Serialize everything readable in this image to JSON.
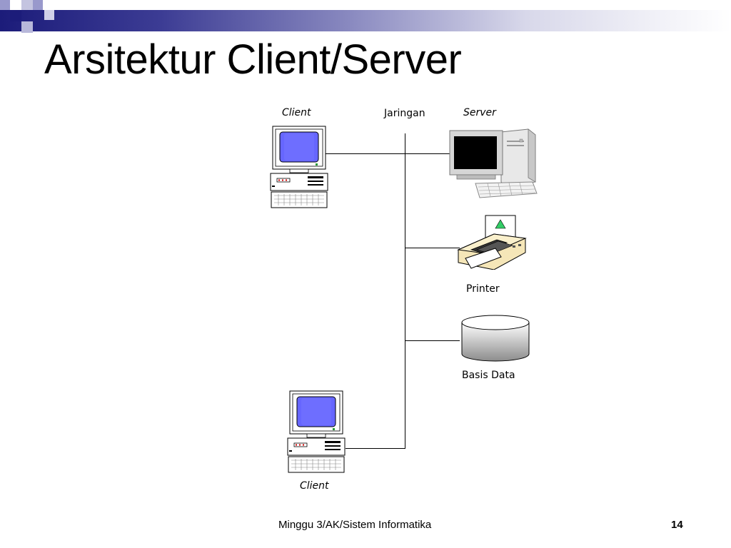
{
  "slide": {
    "title": "Arsitektur Client/Server",
    "theme_colors": {
      "band_dark": "#1c1c7a",
      "deco_square": "#9999cc",
      "screen_blue": "#6666ff",
      "printer_body": "#f5e6b8",
      "paper_arrow": "#33cc66"
    }
  },
  "diagram": {
    "labels": {
      "client_top": "Client",
      "network": "Jaringan",
      "server": "Server",
      "printer": "Printer",
      "database": "Basis Data",
      "client_bottom": "Client"
    },
    "icons": [
      "desktop-computer-icon",
      "server-tower-icon",
      "printer-icon",
      "database-cylinder-icon"
    ]
  },
  "footer": {
    "text": "Minggu 3/AK/Sistem Informatika",
    "page_number": "14"
  }
}
